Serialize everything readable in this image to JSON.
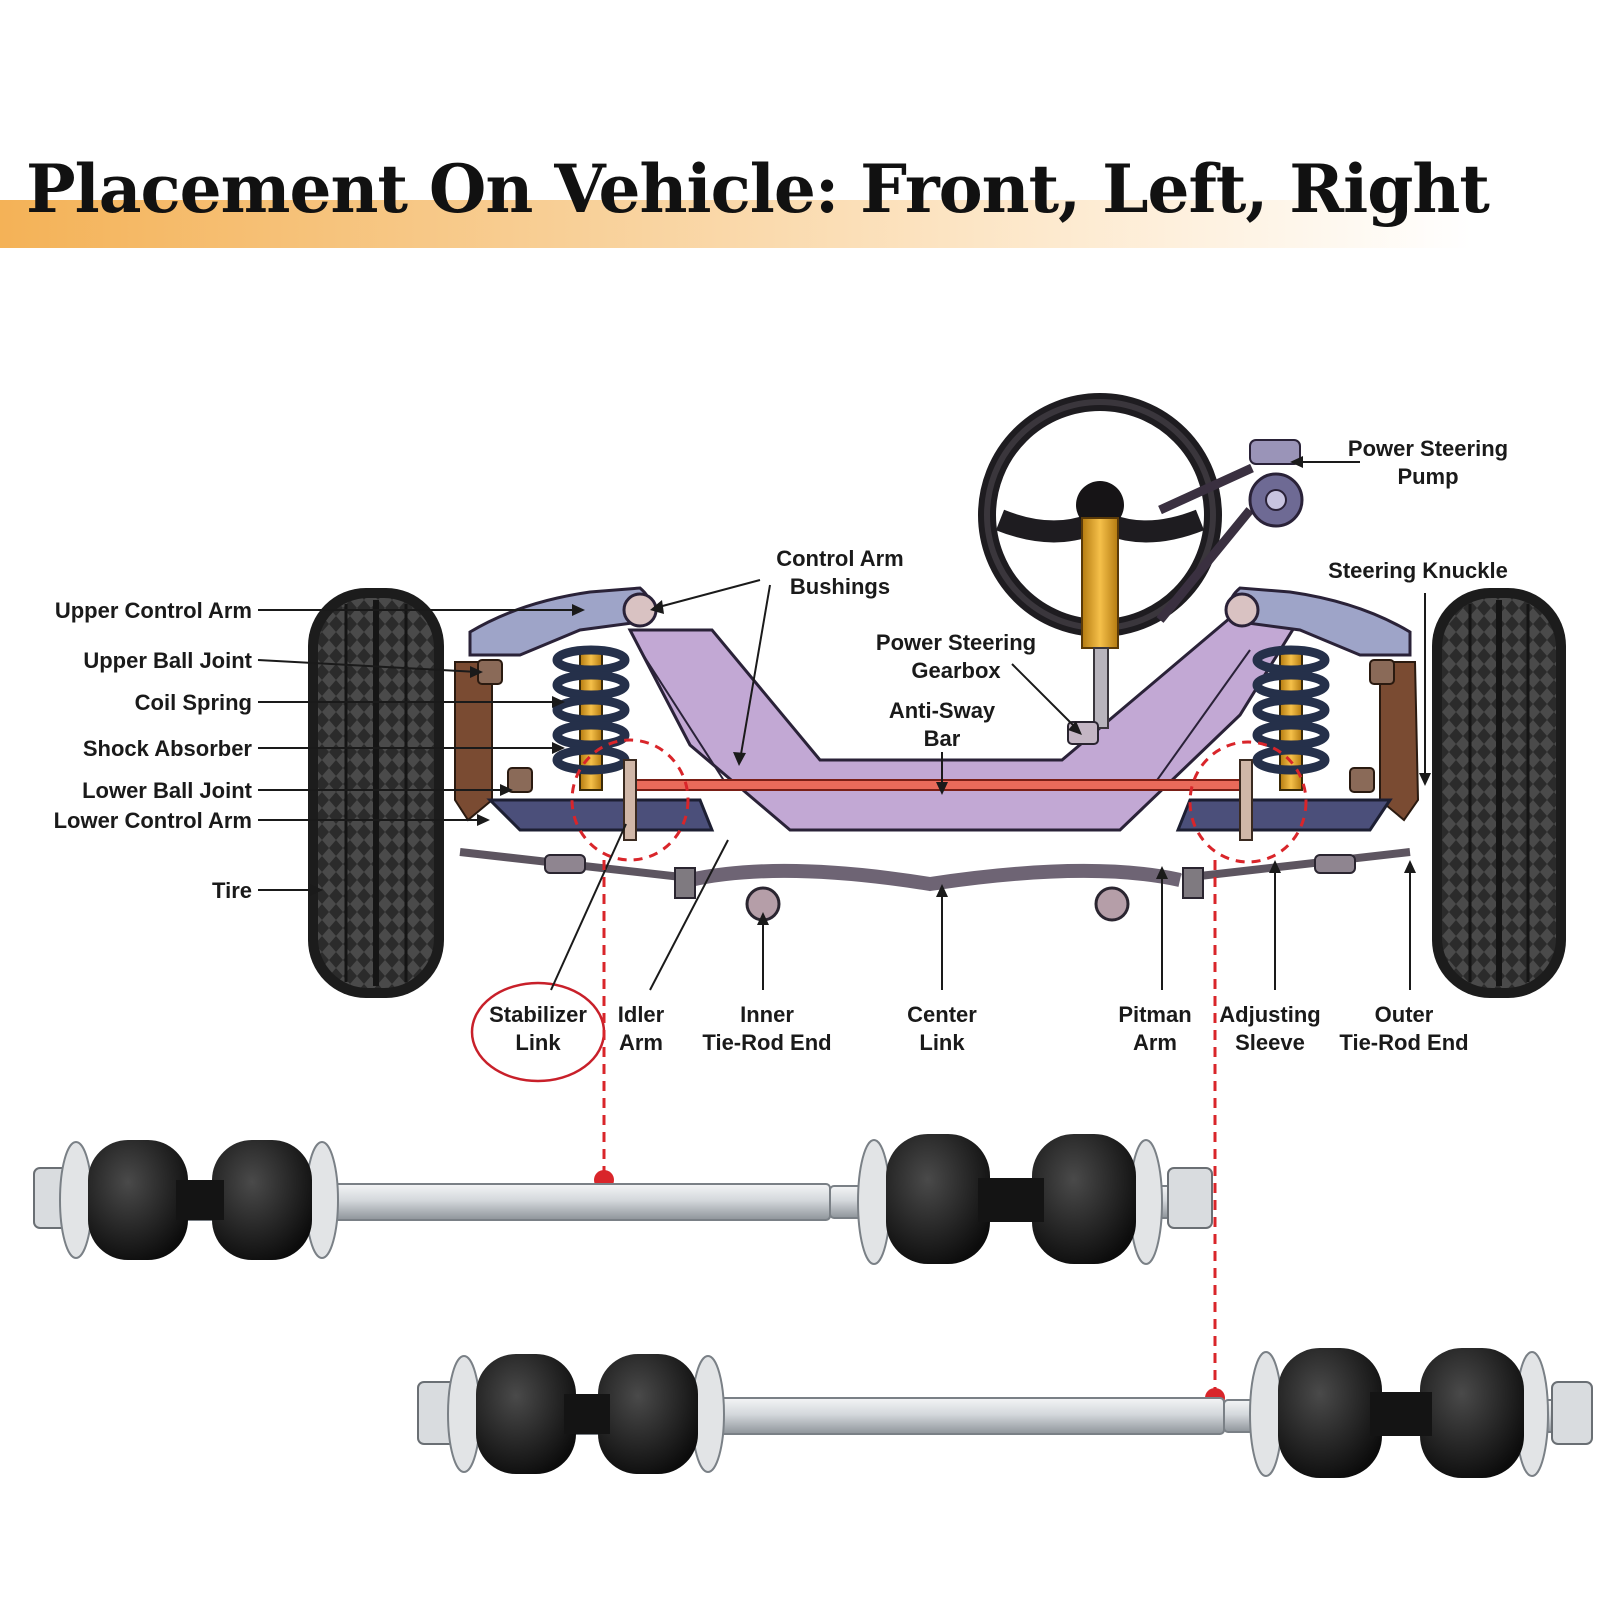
{
  "title": "Placement On Vehicle: Front, Left, Right",
  "labels": {
    "upper_control_arm": "Upper Control Arm",
    "upper_ball_joint": "Upper Ball Joint",
    "coil_spring": "Coil Spring",
    "shock_absorber": "Shock Absorber",
    "lower_ball_joint": "Lower Ball Joint",
    "lower_control_arm": "Lower Control Arm",
    "tire": "Tire",
    "control_arm_bushings": [
      "Control Arm",
      "Bushings"
    ],
    "power_steering_pump": [
      "Power Steering",
      "Pump"
    ],
    "steering_knuckle": "Steering Knuckle",
    "power_steering_gearbox": [
      "Power Steering",
      "Gearbox"
    ],
    "anti_sway_bar": [
      "Anti-Sway",
      "Bar"
    ],
    "stabilizer_link": [
      "Stabilizer",
      "Link"
    ],
    "idler_arm": [
      "Idler",
      "Arm"
    ],
    "inner_tie_rod_end": [
      "Inner",
      "Tie-Rod End"
    ],
    "center_link": [
      "Center",
      "Link"
    ],
    "pitman_arm": [
      "Pitman",
      "Arm"
    ],
    "adjusting_sleeve": [
      "Adjusting",
      "Sleeve"
    ],
    "outer_tie_rod_end": [
      "Outer",
      "Tie-Rod End"
    ]
  },
  "colors": {
    "frame": "#c2a8d4",
    "control_arm": "#9ea4c8",
    "anti_sway_bar": "#e96a5a",
    "highlight": "#d9252a",
    "banner": "#f4b257",
    "bushing": "#1a1a1a",
    "rod": "#cfd3d8"
  }
}
